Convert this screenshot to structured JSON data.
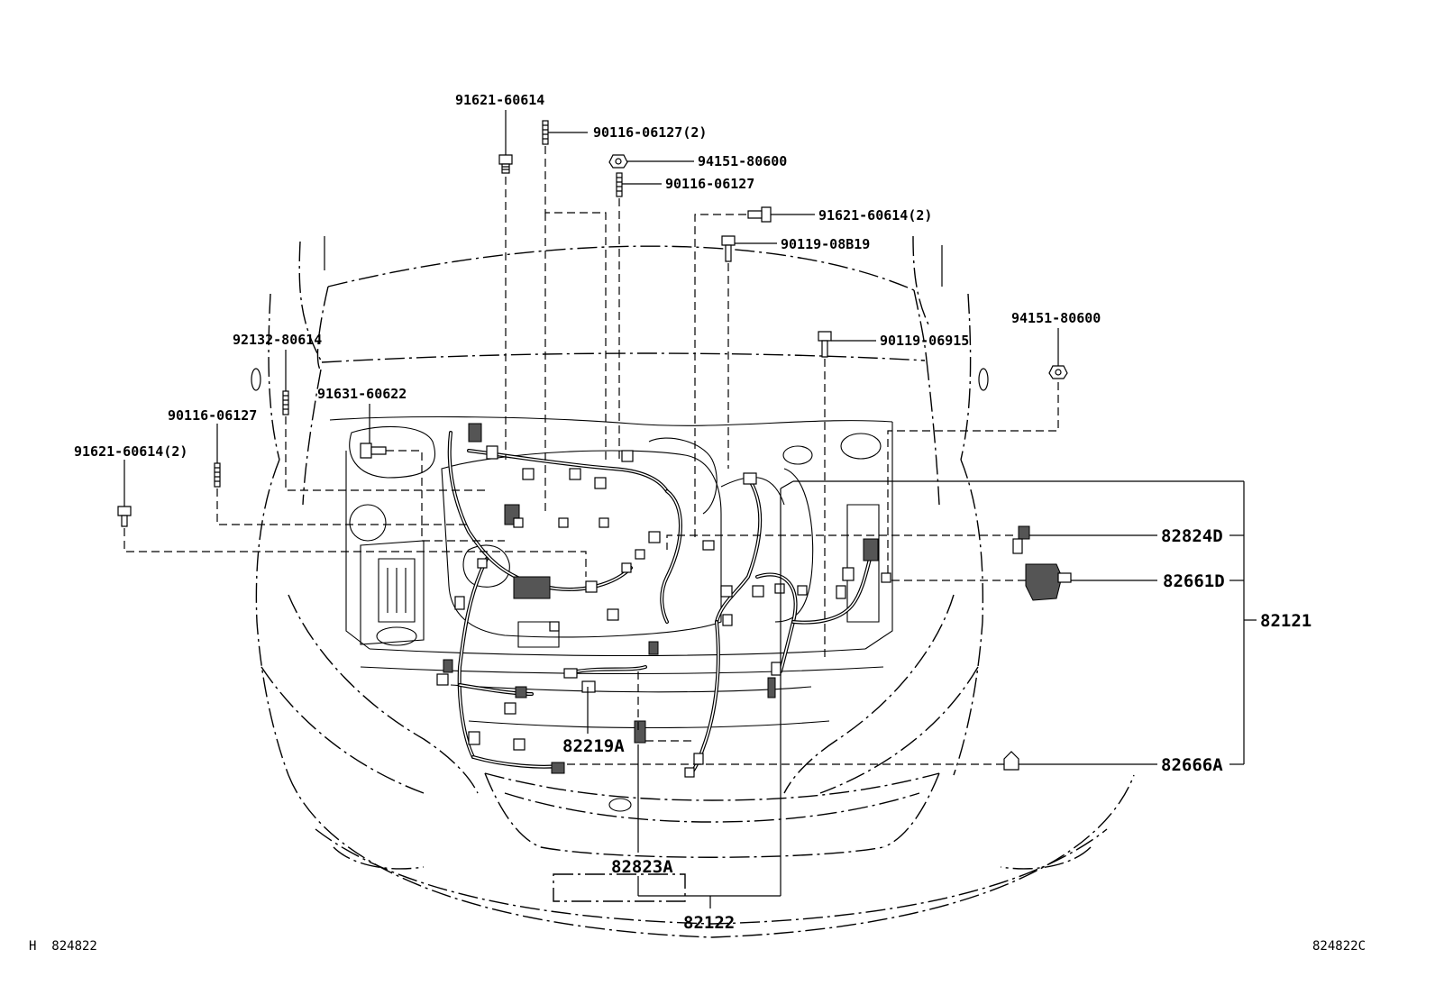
{
  "diagram": {
    "labels": {
      "p_91621_60614_top": "91621-60614",
      "p_90116_06127_2": "90116-06127(2)",
      "p_94151_80600_top": "94151-80600",
      "p_90116_06127_top": "90116-06127",
      "p_91621_60614_2_right": "91621-60614(2)",
      "p_90119_08b19": "90119-08B19",
      "p_94151_80600_right": "94151-80600",
      "p_90119_06915": "90119-06915",
      "p_92132_80614": "92132-80614",
      "p_91631_60622": "91631-60622",
      "p_90116_06127_left": "90116-06127",
      "p_91621_60614_2_left": "91621-60614(2)",
      "p_82824d": "82824D",
      "p_82661d": "82661D",
      "p_82121": "82121",
      "p_82666a": "82666A",
      "p_82219a": "82219A",
      "p_82823a": "82823A",
      "p_82122": "82122"
    },
    "footer": {
      "left_code": "H  824822",
      "right_code": "824822C"
    }
  }
}
